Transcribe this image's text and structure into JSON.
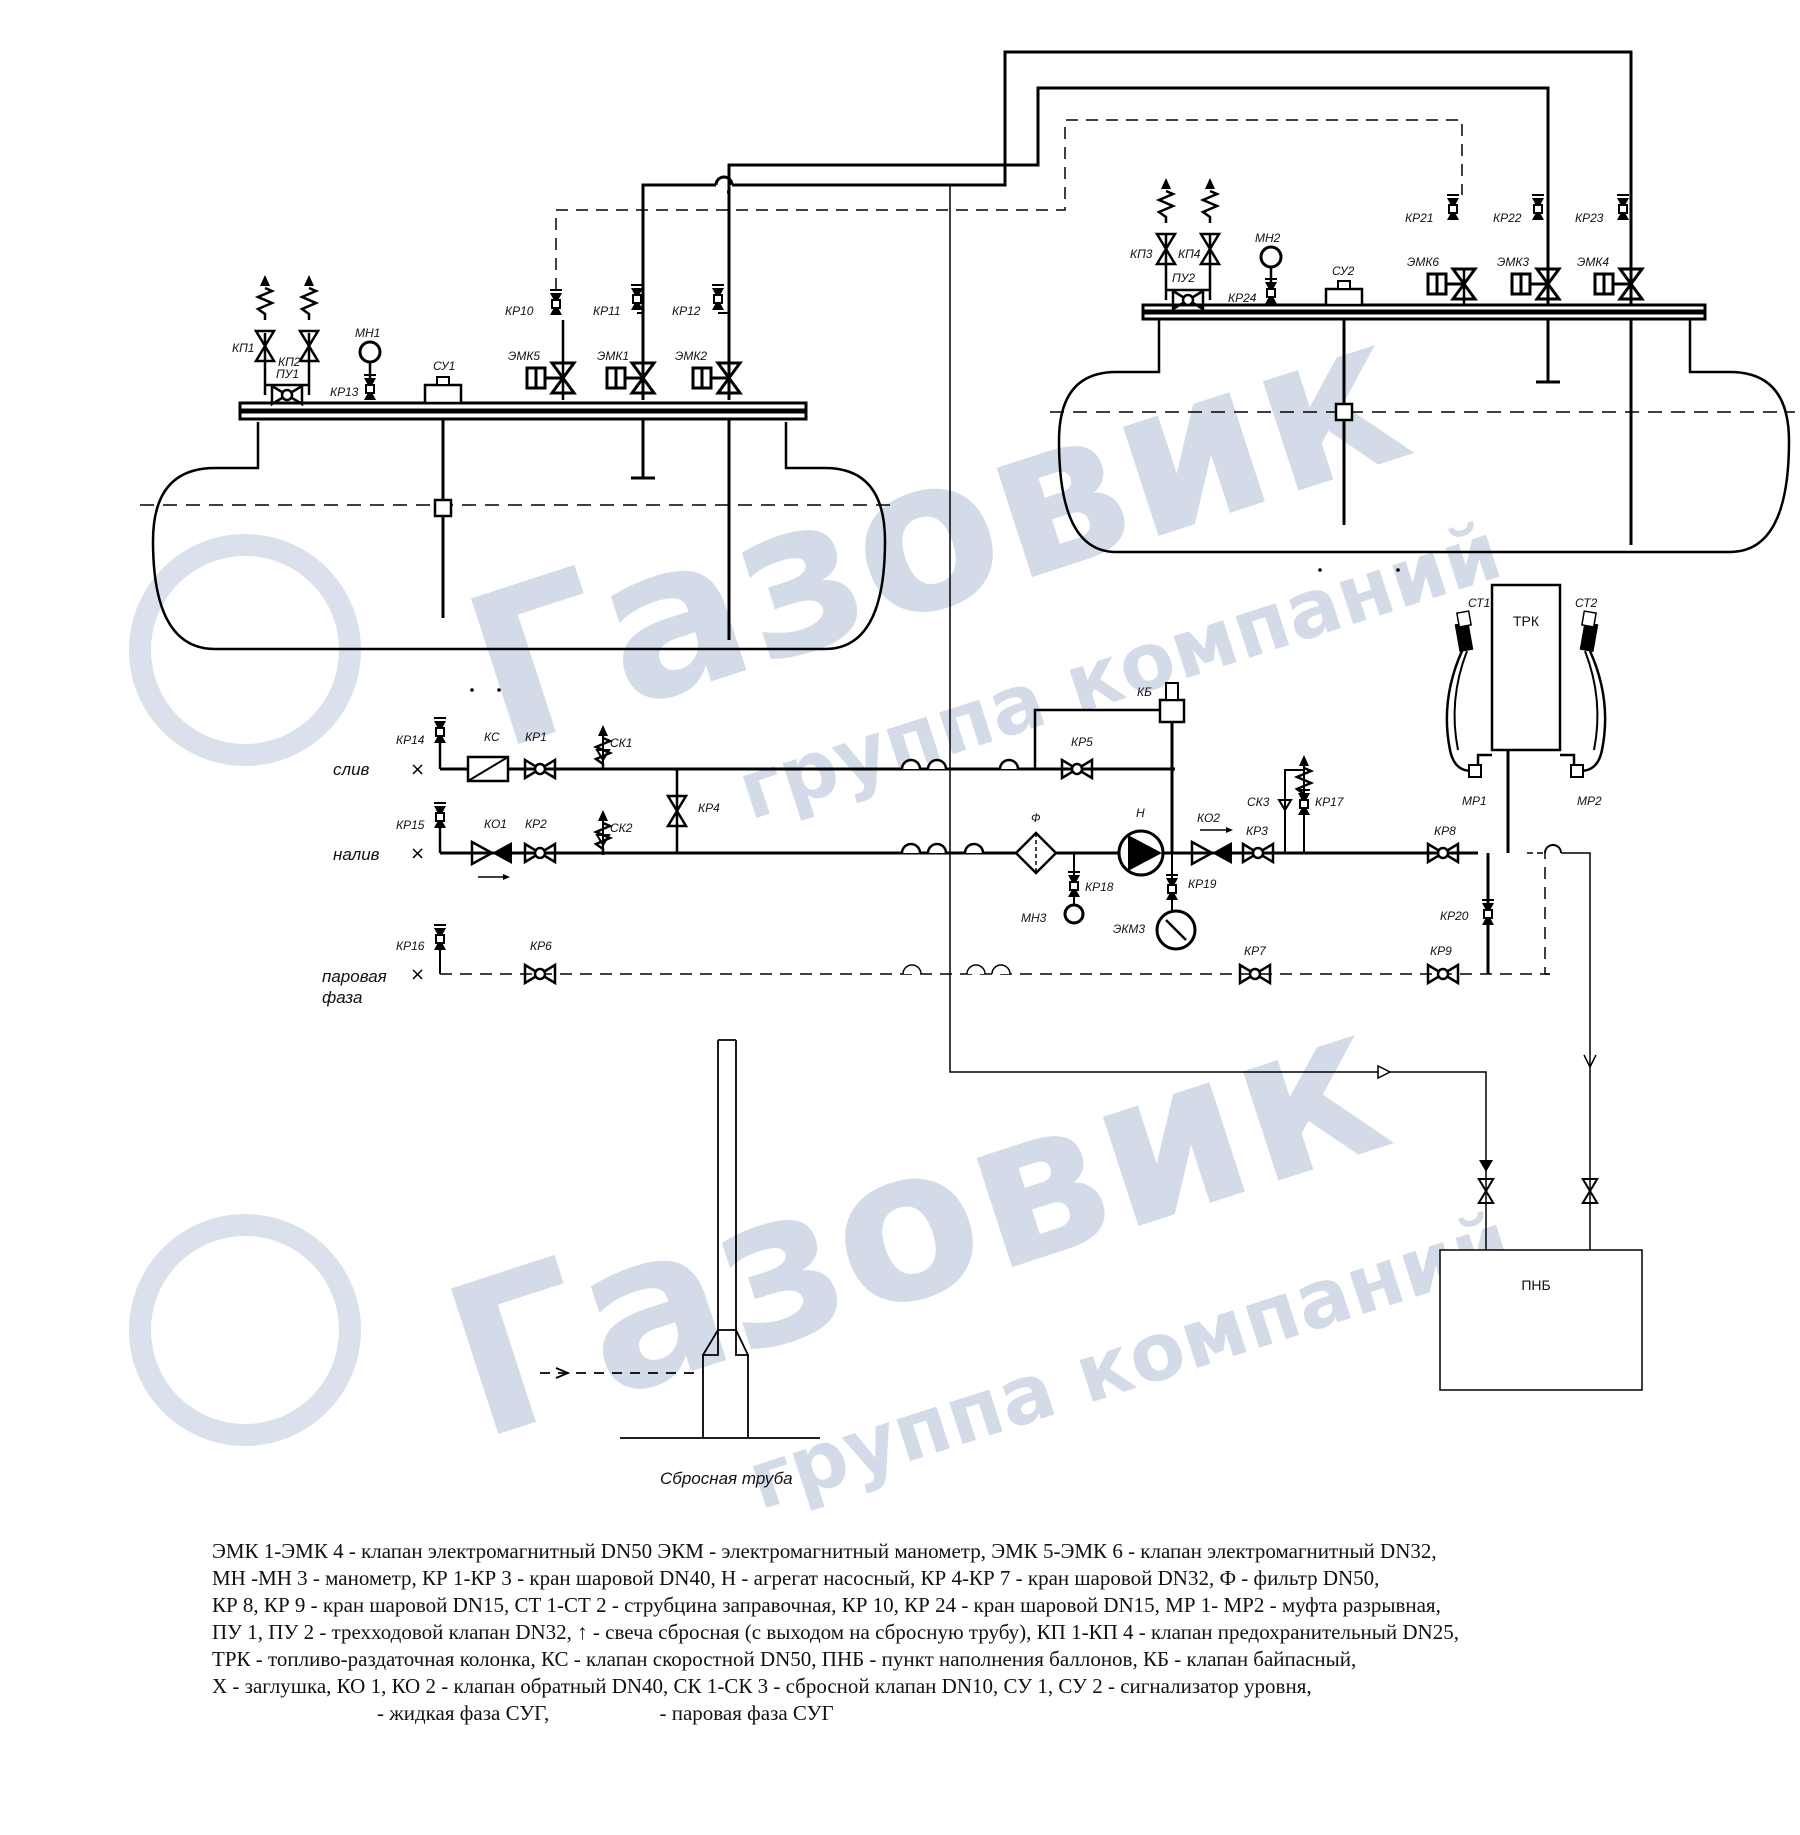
{
  "watermark": {
    "brand": "Газовик",
    "tagline": "группа компаний",
    "color": "#d4dbe8"
  },
  "labels": {
    "left_tank": {
      "KP1": "КП1",
      "KP2": "КП2",
      "PU1": "ПУ1",
      "MN1": "МН1",
      "KR13": "КР13",
      "SU1": "СУ1",
      "KR10": "КР10",
      "KR11": "КР11",
      "KR12": "КР12",
      "EMK5": "ЭМК5",
      "EMK1": "ЭМК1",
      "EMK2": "ЭМК2"
    },
    "right_tank": {
      "KP3": "КП3",
      "KP4": "КП4",
      "PU2": "ПУ2",
      "MN2": "МН2",
      "KR24": "КР24",
      "SU2": "СУ2",
      "KR21": "КР21",
      "KR22": "КР22",
      "KR23": "КР23",
      "EMK6": "ЭМК6",
      "EMK3": "ЭМК3",
      "EMK4": "ЭМК4"
    },
    "lines": {
      "sliv": "слив",
      "naliv": "налив",
      "vapor1": "паровая",
      "vapor2": "фаза"
    },
    "valves": {
      "KR14": "КР14",
      "KR15": "КР15",
      "KR16": "КР16",
      "KS": "КС",
      "KR1": "КР1",
      "SK1": "СК1",
      "KO1": "КО1",
      "KR2": "КР2",
      "SK2": "СК2",
      "KR4": "КР4",
      "KR6": "КР6",
      "KB": "КБ",
      "KR5": "КР5",
      "F": "Ф",
      "N": "Н",
      "KO2": "КО2",
      "KR3": "КР3",
      "SK3": "СК3",
      "KR17": "КР17",
      "KR18": "КР18",
      "KR19": "КР19",
      "MN3": "МН3",
      "EKM3": "ЭКМ3",
      "KR7": "КР7",
      "KR8": "КР8",
      "KR9": "КР9",
      "KR20": "КР20",
      "ST1": "СТ1",
      "ST2": "СТ2",
      "MR1": "МР1",
      "MR2": "МР2"
    },
    "boxes": {
      "trk": "ТРК",
      "pnb": "ПНБ"
    },
    "vent_pipe": "Сбросная труба"
  },
  "legend": {
    "lines": [
      "ЭМК 1-ЭМК 4 - клапан электромагнитный DN50 ЭКМ - электромагнитный манометр, ЭМК 5-ЭМК 6 - клапан электромагнитный DN32,",
      "МН -МН 3 - манометр, КР 1-КР 3 - кран шаровой DN40, Н - агрегат насосный, КР 4-КР 7 - кран шаровой DN32, Ф - фильтр DN50,",
      "КР 8, КР 9 - кран шаровой DN15, СТ 1-СТ 2 - струбцина заправочная, КР 10, КР 24 - кран шаровой DN15, МР 1- МР2 - муфта разрывная,",
      "ПУ 1, ПУ 2 - трехходовой клапан DN32, ↑ - свеча сбросная (с выходом на сбросную трубу), КП 1-КП 4 - клапан предохранительный DN25,",
      "ТРК - топливо-раздаточная колонка, КС - клапан скоростной DN50, ПНБ - пункт наполнения баллонов, КБ - клапан байпасный,",
      "Х - заглушка, КО 1, КО 2 - клапан обратный DN40, СК 1-СК 3 - сбросной клапан DN10, СУ 1, СУ 2 - сигнализатор уровня,"
    ],
    "liquid_phase": "- жидкая фаза СУГ,",
    "vapor_phase": "- паровая фаза СУГ"
  }
}
